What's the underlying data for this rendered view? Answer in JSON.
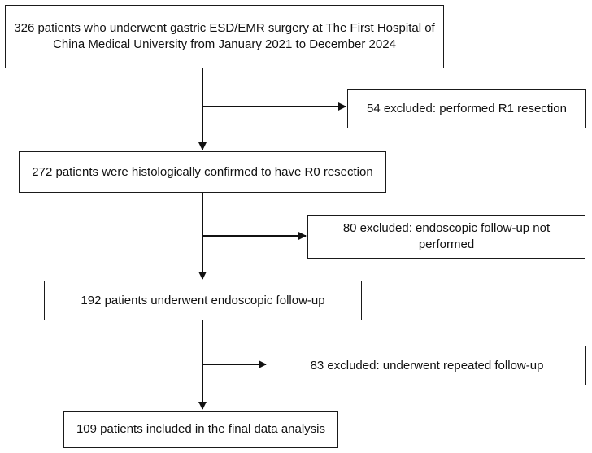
{
  "flowchart": {
    "steps": [
      {
        "text": "326 patients who underwent gastric ESD/EMR surgery at The First Hospital of China Medical University from January 2021 to December 2024"
      },
      {
        "text": "272 patients were histologically confirmed to have R0 resection"
      },
      {
        "text": "192 patients underwent endoscopic follow-up"
      },
      {
        "text": "109 patients included in the final data analysis"
      }
    ],
    "exclusions": [
      {
        "text": "54 excluded: performed R1 resection"
      },
      {
        "text": "80 excluded: endoscopic follow-up not performed"
      },
      {
        "text": "83 excluded: underwent repeated follow-up"
      }
    ]
  }
}
